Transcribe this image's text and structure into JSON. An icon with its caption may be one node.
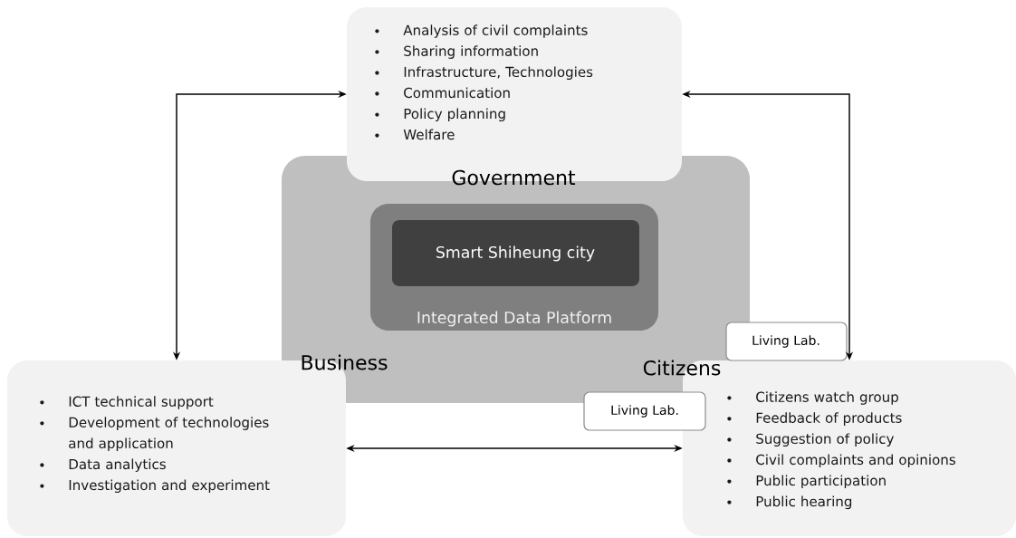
{
  "diagram": {
    "nodes": [
      {
        "text": [
          "Analysis of civil complaints",
          "Sharing information",
          "Infrastructure, Technologies",
          "Communication",
          "Policy planning",
          "Welfare",
          "Government"
        ]
      },
      {
        "text": [],
        "shape": "box"
      },
      {
        "text": [
          "Integrated Data Platform"
        ],
        "in": 1
      },
      {
        "text": [
          "Smart Shiheung city"
        ],
        "in": 2
      },
      {
        "text": [
          "Business"
        ],
        "in": 1
      },
      {
        "text": [
          "Citizens"
        ],
        "in": 1
      },
      {
        "text": [
          "ICT technical support",
          "Development of technologies and application",
          "Data analytics",
          "Investigation and experiment"
        ]
      },
      {
        "text": [
          "Citizens watch group",
          "Feedback of products",
          "Suggestion of policy",
          "Civil complaints and opinions",
          "Public participation",
          "Public hearing"
        ]
      },
      {
        "text": [
          "Living Lab."
        ]
      },
      {
        "text": [
          "Living Lab."
        ]
      }
    ],
    "edges": [
      {
        "from": 0,
        "to": 6,
        "arrow": "both"
      },
      {
        "from": 0,
        "to": 7,
        "arrow": "both"
      },
      {
        "from": 6,
        "to": 7,
        "arrow": "both"
      }
    ]
  }
}
